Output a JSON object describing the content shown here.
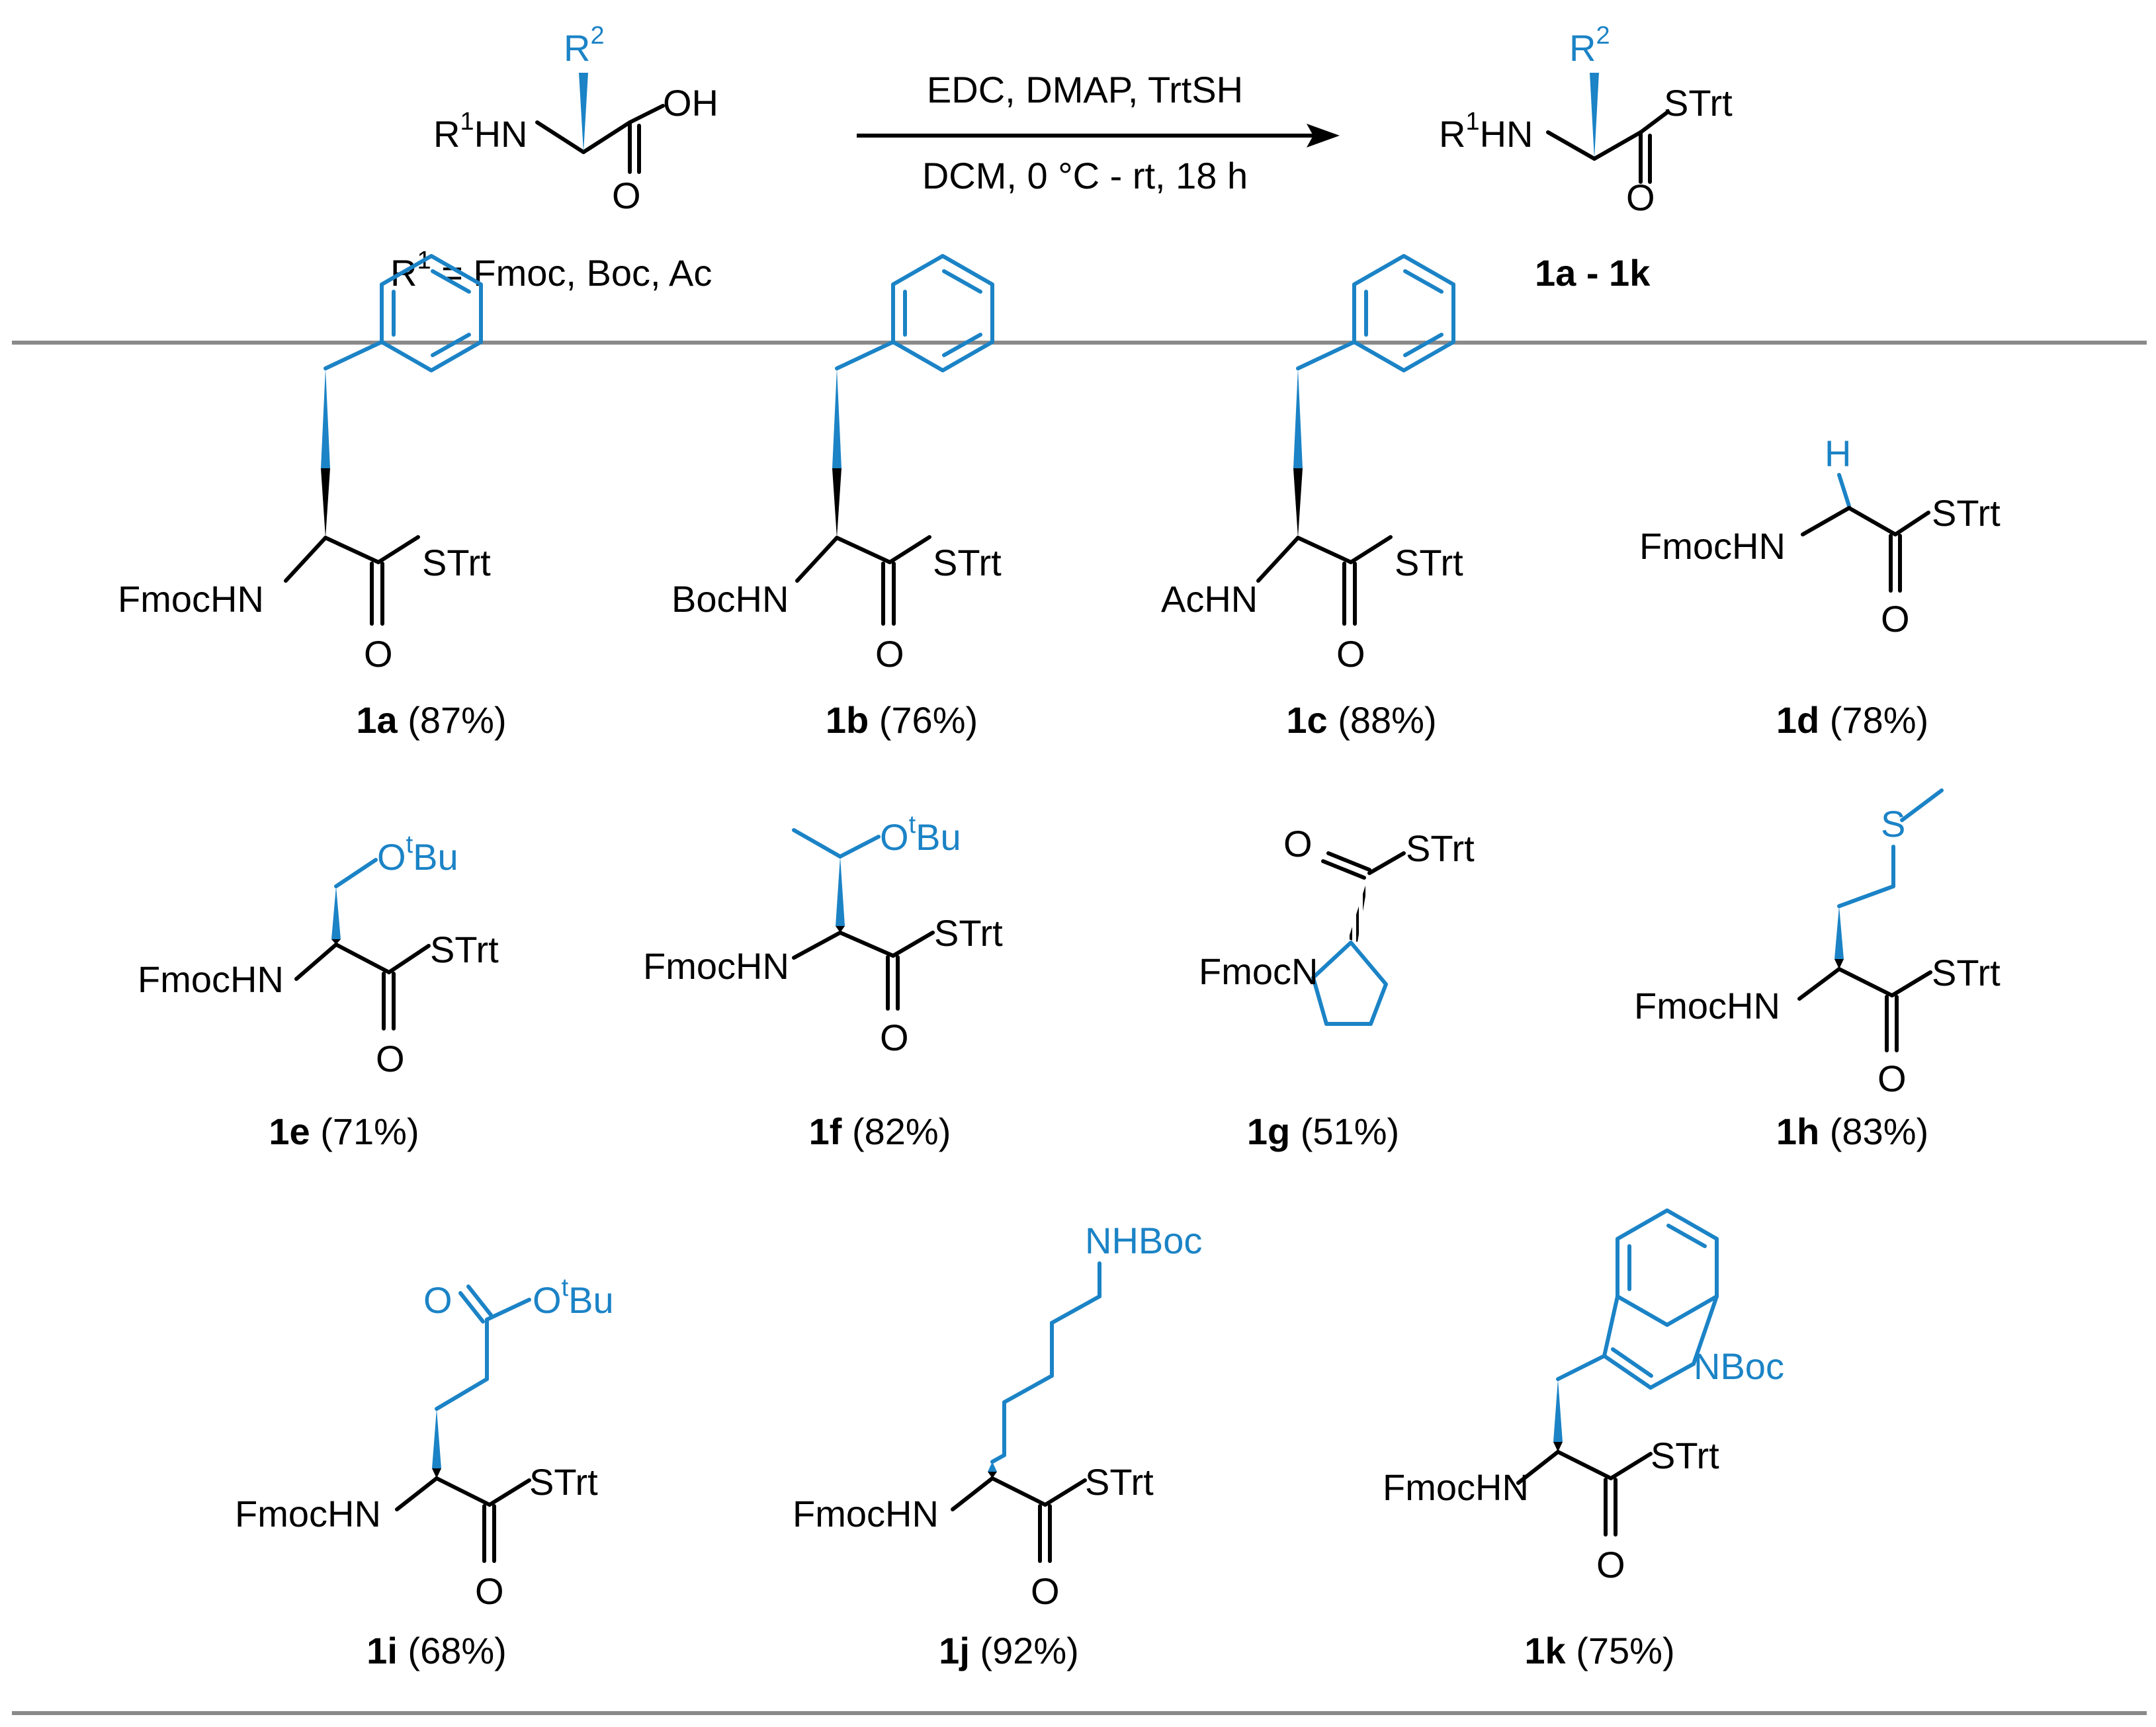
{
  "reaction": {
    "reagents_top": "EDC, DMAP,  TrtSH",
    "conditions_bottom": "DCM, 0 °C - rt, 18 h",
    "r1_definition": "R",
    "r1_definition_sup": "1",
    "r1_definition_rest": " = Fmoc, Boc, Ac",
    "product_range": "1a - 1k",
    "start_r2": "R",
    "start_r2_sup": "2",
    "start_r1": "R",
    "start_r1_sup": "1",
    "start_hn": "HN",
    "start_oh": "OH",
    "start_o": "O",
    "prod_r2": "R",
    "prod_r2_sup": "2",
    "prod_r1": "R",
    "prod_r1_sup": "1",
    "prod_hn": "HN",
    "prod_strt": "STrt",
    "prod_o": "O"
  },
  "labels": {
    "strt": "STrt",
    "o": "O",
    "fmochn": "FmocHN",
    "bochn": "BocHN",
    "achn": "AcHN",
    "fmocn": "FmocN",
    "h": "H",
    "s": "S",
    "otbu_o": "O",
    "otbu_t": "t",
    "otbu_bu": "Bu",
    "nhboc": "NHBoc",
    "nboc": "NBoc"
  },
  "compounds": [
    {
      "id": "1a",
      "yield": " (87%)"
    },
    {
      "id": "1b",
      "yield": " (76%)"
    },
    {
      "id": "1c",
      "yield": " (88%)"
    },
    {
      "id": "1d",
      "yield": " (78%)"
    },
    {
      "id": "1e",
      "yield": " (71%)"
    },
    {
      "id": "1f",
      "yield": " (82%)"
    },
    {
      "id": "1g",
      "yield": " (51%)"
    },
    {
      "id": "1h",
      "yield": " (83%)"
    },
    {
      "id": "1i",
      "yield": " (68%)"
    },
    {
      "id": "1j",
      "yield": " (92%)"
    },
    {
      "id": "1k",
      "yield": " (75%)"
    }
  ],
  "colors": {
    "highlight": "#1b83c6",
    "ink": "#000000",
    "rule": "#8a8a8a"
  }
}
